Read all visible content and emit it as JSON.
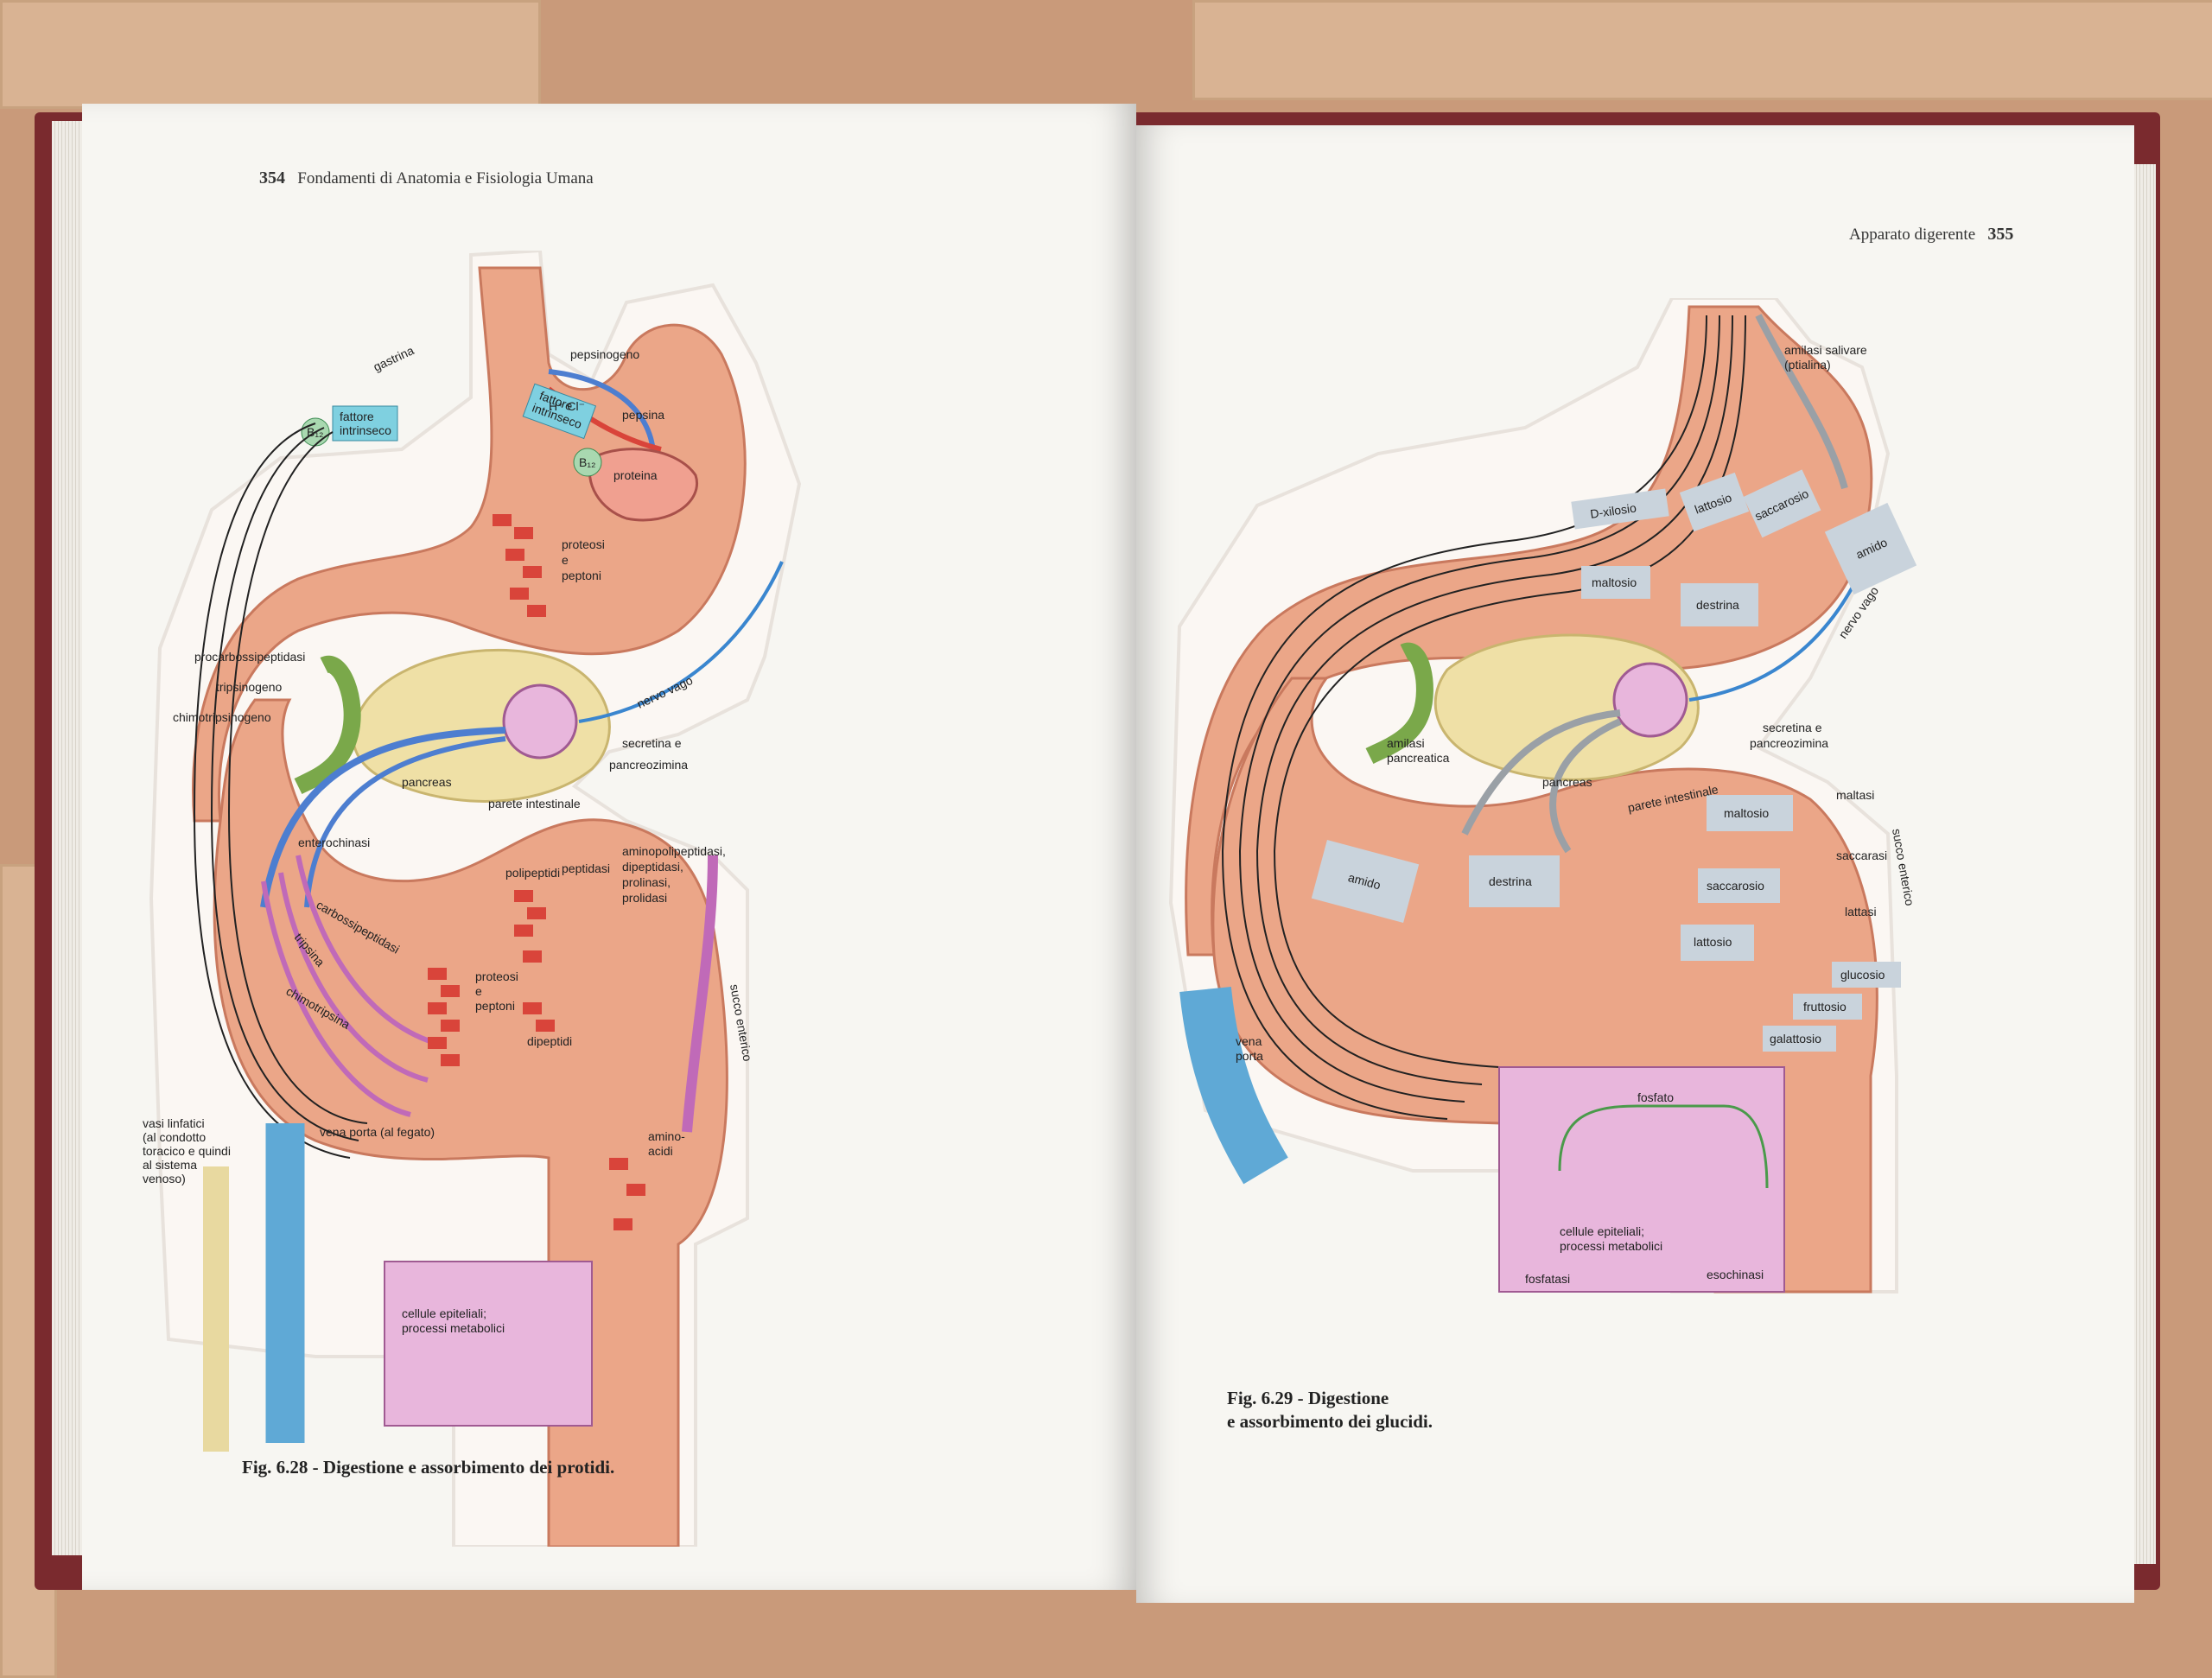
{
  "left_page": {
    "page_number": "354",
    "running_head": "Fondamenti di Anatomia e Fisiologia Umana",
    "caption": "Fig. 6.28 - Digestione e assorbimento dei protidi.",
    "labels": {
      "gastrina": "gastrina",
      "pepsinogeno": "pepsinogeno",
      "hcl": "H⁺ Cl⁻",
      "pepsina": "pepsina",
      "fattore_1": "fattore",
      "intrinseco_1": "intrinseco",
      "fattore_2": "fattore",
      "intrinseco_2": "intrinseco",
      "b12": "B₁₂",
      "proteina": "proteina",
      "proteosi_peptoni_1": "proteosi",
      "e_1": "e",
      "peptoni_1": "peptoni",
      "procarbossipeptidasi": "procarbossipeptidasi",
      "tripsinogeno": "tripsinogeno",
      "chimotripsinogeno": "chimotripsinogeno",
      "nervo_vago": "nervo vago",
      "secretina_e": "secretina e",
      "pancreozimina": "pancreozimina",
      "pancreas": "pancreas",
      "parete_intestinale": "parete intestinale",
      "enterochinasi": "enterochinasi",
      "polipeptidi": "polipeptidi",
      "peptidasi": "peptidasi",
      "aminopolipeptidasi": "aminopolipeptidasi,",
      "dipeptidasi": "dipeptidasi,",
      "prolinasi": "prolinasi,",
      "prolidasi": "prolidasi",
      "carbossipeptidasi": "carbossipeptidasi",
      "tripsina": "tripsina",
      "chimotripsina": "chimotripsina",
      "proteosi_2": "proteosi",
      "e_2": "e",
      "peptoni_2": "peptoni",
      "dipeptidi": "dipeptidi",
      "succo_enterico": "succo enterico",
      "amino": "amino-",
      "acidi": "acidi",
      "vasi_linfatici": [
        "vasi linfatici",
        "(al condotto",
        "toracico e quindi",
        "al sistema",
        "venoso)"
      ],
      "vena_porta": "vena porta (al fegato)",
      "cellule_epiteliali": "cellule epiteliali;",
      "processi_metabolici": "processi metabolici"
    }
  },
  "right_page": {
    "page_number": "355",
    "running_head": "Apparato digerente",
    "caption_line1": "Fig. 6.29 - Digestione",
    "caption_line2": "e assorbimento dei glucidi.",
    "labels": {
      "amilasi_salivare": "amilasi salivare",
      "ptialina": "(ptialina)",
      "d_xilosio": "D-xilosio",
      "lattosio_1": "lattosio",
      "saccarosio_1": "saccarosio",
      "amido_1": "amido",
      "maltosio_1": "maltosio",
      "destrina_1": "destrina",
      "nervo_vago": "nervo vago",
      "amilasi_pancreatica_1": "amilasi",
      "amilasi_pancreatica_2": "pancreatica",
      "secretina_e": "secretina e",
      "pancreozimina": "pancreozimina",
      "pancreas": "pancreas",
      "parete_intestinale": "parete intestinale",
      "maltasi": "maltasi",
      "maltosio_2": "maltosio",
      "amido_2": "amido",
      "destrina_2": "destrina",
      "saccarasi": "saccarasi",
      "saccarosio_2": "saccarosio",
      "lattasi": "lattasi",
      "lattosio_2": "lattosio",
      "succo_enterico": "succo enterico",
      "glucosio": "glucosio",
      "fruttosio": "fruttosio",
      "galattosio": "galattosio",
      "vena_porta_1": "vena",
      "vena_porta_2": "porta",
      "fosfato": "fosfato",
      "cellule_epiteliali": "cellule epiteliali;",
      "processi_metabolici": "processi metabolici",
      "fosfatasi": "fosfatasi",
      "esochinasi": "esochinasi"
    }
  },
  "colors": {
    "tissue": "#eba688",
    "tissue_dark": "#d9876a",
    "pancreas": "#efe0a6",
    "vein_blue": "#5fa9d6",
    "cell_pink": "#e8b6dc",
    "enzyme_red": "#d9443a",
    "box_gray": "#c9d3dc",
    "label_cyan": "#7fd0e0"
  }
}
